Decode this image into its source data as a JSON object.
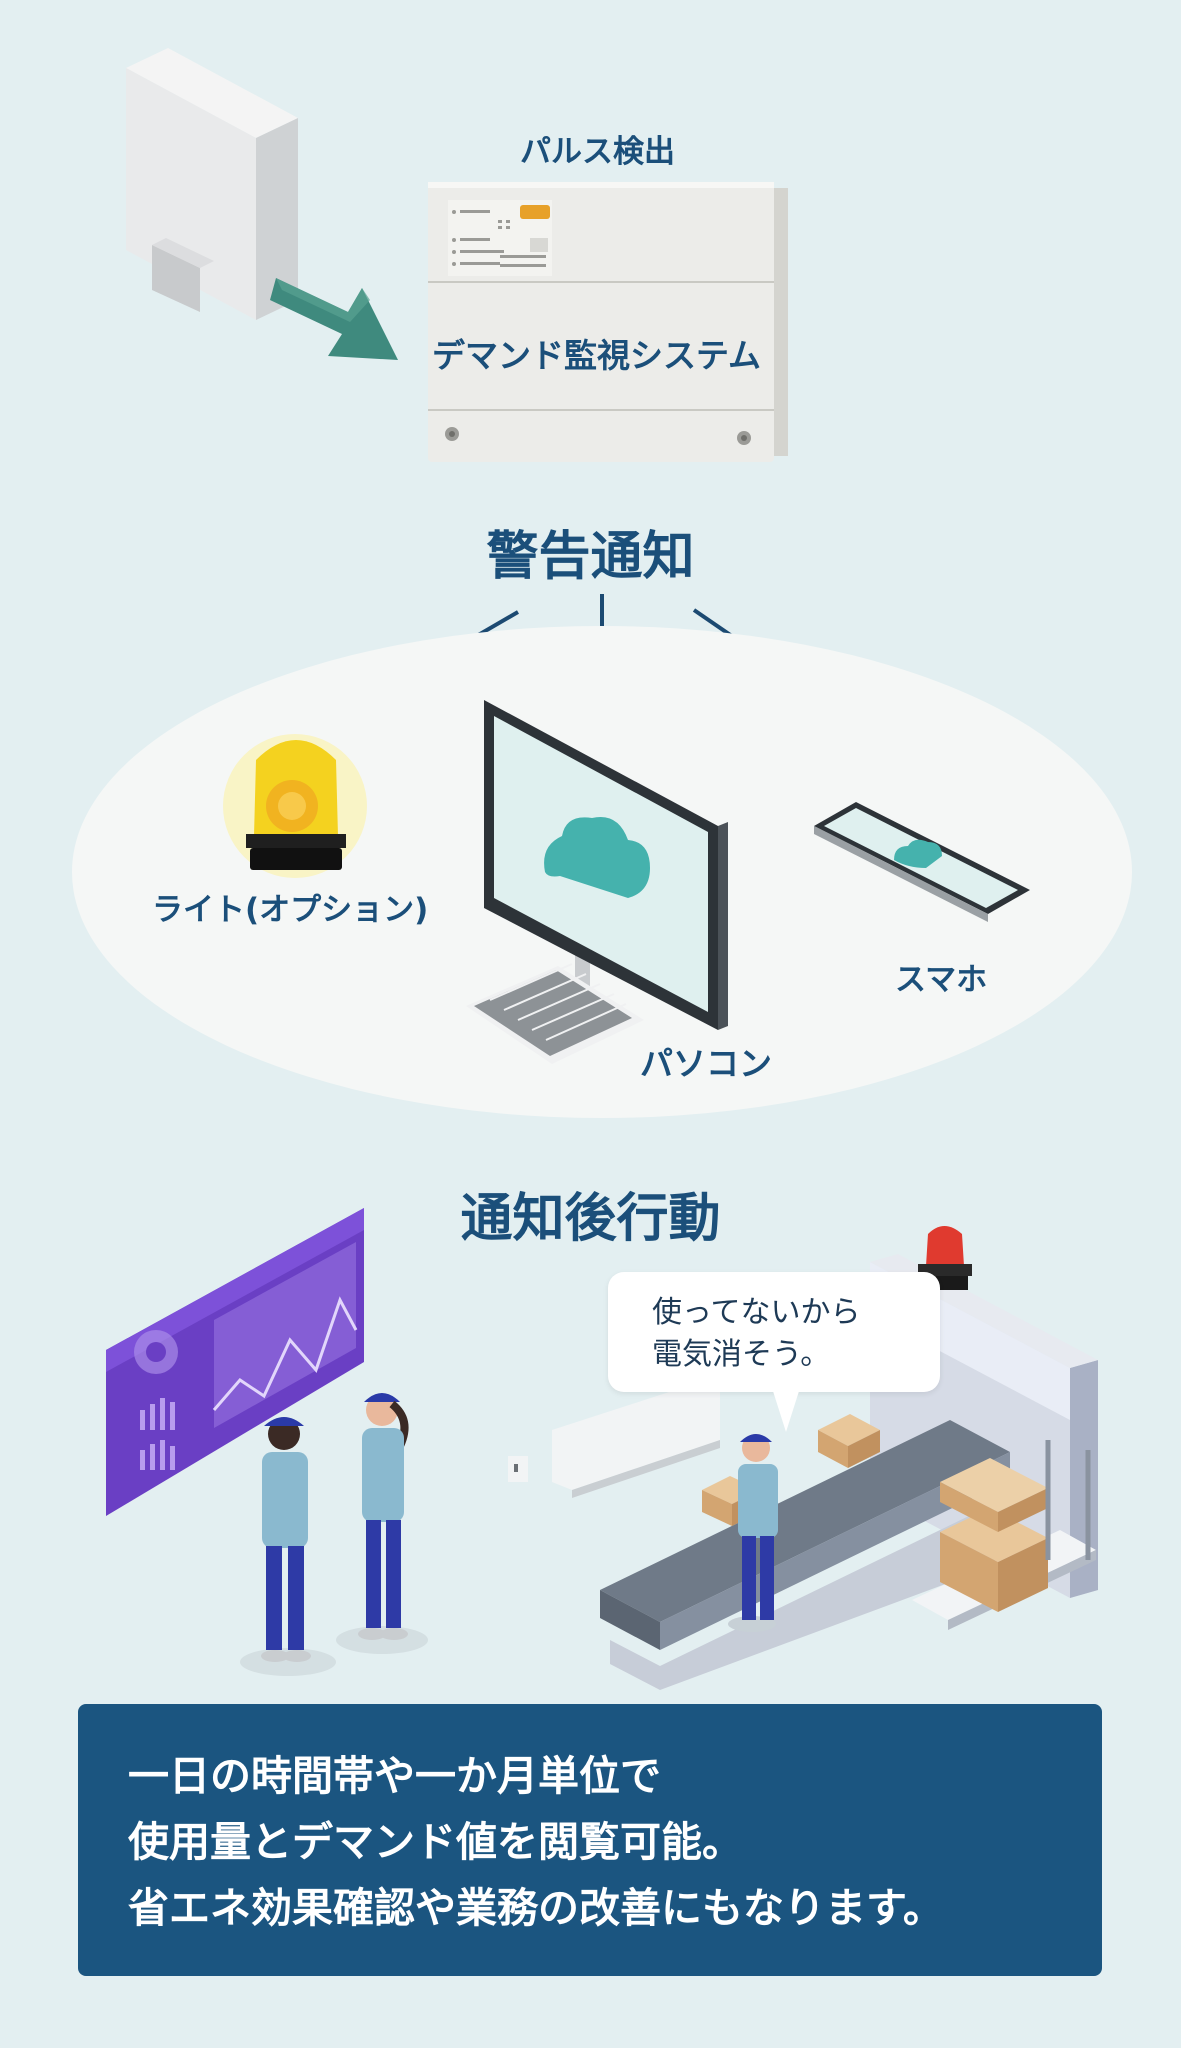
{
  "labels": {
    "pulse_detection": "パルス検出",
    "demand_system": "デマンド監視システム",
    "alert_notification": "警告通知",
    "light_option": "ライト(オプション)",
    "smartphone": "スマホ",
    "pc": "パソコン",
    "post_notification_action": "通知後行動"
  },
  "speech_bubble": {
    "line1": "使ってないから",
    "line2": "電気消そう。"
  },
  "info_box": {
    "line1": "一日の時間帯や一か月単位で",
    "line2": "使用量とデマンド値を閲覧可能。",
    "line3": "省エネ効果確認や業務の改善にもなります。"
  },
  "colors": {
    "background": "#e3eff1",
    "label_text": "#1b4f7a",
    "info_box_bg": "#1b5580",
    "cloud": "#45b2ad",
    "warning_light_yellow": "#f4d21f",
    "warning_light_red": "#e03a2f",
    "screen_purple": "#6a3fc4",
    "arrow_teal": "#3f8a7e"
  }
}
